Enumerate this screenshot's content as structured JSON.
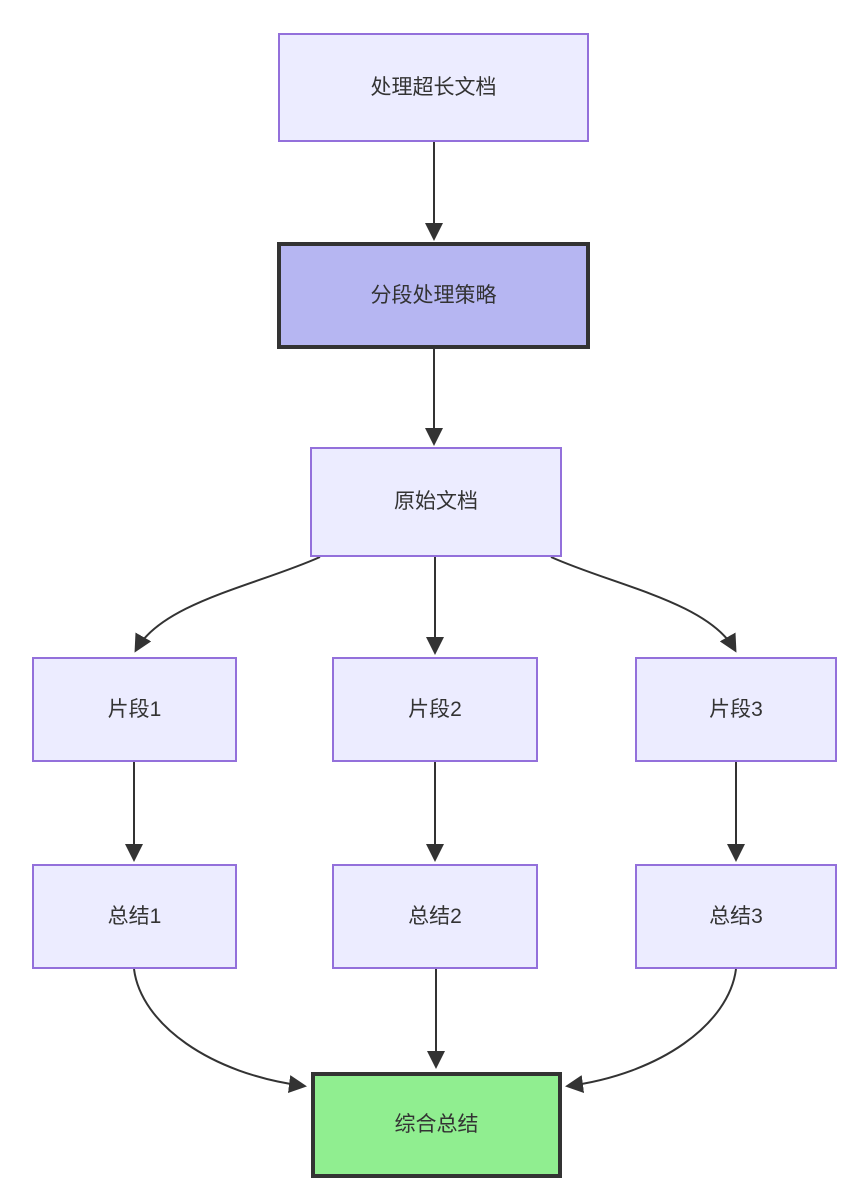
{
  "diagram": {
    "type": "flowchart",
    "direction": "top-down",
    "nodes": [
      {
        "id": "main",
        "label": "处理超长文档",
        "style": "default"
      },
      {
        "id": "strategy",
        "label": "分段处理策略",
        "style": "highlight"
      },
      {
        "id": "doc",
        "label": "原始文档",
        "style": "default"
      },
      {
        "id": "frag1",
        "label": "片段1",
        "style": "default"
      },
      {
        "id": "frag2",
        "label": "片段2",
        "style": "default"
      },
      {
        "id": "frag3",
        "label": "片段3",
        "style": "default"
      },
      {
        "id": "sum1",
        "label": "总结1",
        "style": "default"
      },
      {
        "id": "sum2",
        "label": "总结2",
        "style": "default"
      },
      {
        "id": "sum3",
        "label": "总结3",
        "style": "default"
      },
      {
        "id": "final",
        "label": "综合总结",
        "style": "success"
      }
    ],
    "edges": [
      {
        "from": "main",
        "to": "strategy"
      },
      {
        "from": "strategy",
        "to": "doc"
      },
      {
        "from": "doc",
        "to": "frag1"
      },
      {
        "from": "doc",
        "to": "frag2"
      },
      {
        "from": "doc",
        "to": "frag3"
      },
      {
        "from": "frag1",
        "to": "sum1"
      },
      {
        "from": "frag2",
        "to": "sum2"
      },
      {
        "from": "frag3",
        "to": "sum3"
      },
      {
        "from": "sum1",
        "to": "final"
      },
      {
        "from": "sum2",
        "to": "final"
      },
      {
        "from": "sum3",
        "to": "final"
      }
    ],
    "colors": {
      "background": "#FFFFFF",
      "node_fill": "#ECECFF",
      "node_border": "#9370DB",
      "highlight_fill": "#B6B6F2",
      "highlight_border": "#333333",
      "success_fill": "#90EE90",
      "success_border": "#333333",
      "edge": "#333333",
      "text": "#333333"
    }
  }
}
